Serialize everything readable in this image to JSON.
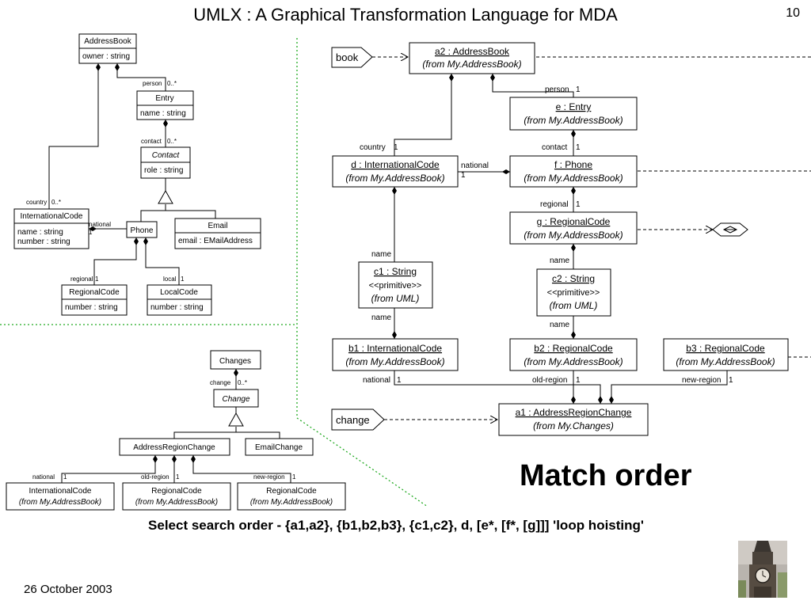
{
  "slide": {
    "title": "UMLX : A Graphical Transformation Language for MDA",
    "page_number": "10",
    "match_heading": "Match order",
    "caption": "Select search order - {a1,a2}, {b1,b2,b3}, {c1,c2}, d, [e*, [f*, [g]]]  'loop hoisting'",
    "date": "26 October 2003"
  },
  "colors": {
    "divider": "#22aa22",
    "line": "#000000",
    "box_border": "#000000"
  },
  "left_model": {
    "addressbook": {
      "name": "AddressBook",
      "attr": "owner : string"
    },
    "entry": {
      "name": "Entry",
      "attr": "name : string"
    },
    "contact": {
      "name": "Contact",
      "attr": "role : string"
    },
    "international": {
      "name": "InternationalCode",
      "attr1": "name : string",
      "attr2": "number : string"
    },
    "phone": {
      "name": "Phone"
    },
    "email": {
      "name": "Email",
      "attr": "email : EMailAddress"
    },
    "regional": {
      "name": "RegionalCode",
      "attr": "number : string"
    },
    "local": {
      "name": "LocalCode",
      "attr": "number : string"
    },
    "labels": {
      "person": "person",
      "person_mult": "0..*",
      "contact": "contact",
      "contact_mult": "0..*",
      "country": "country",
      "country_mult": "0..*",
      "national": "national",
      "national_mult": "1",
      "regional": "regional",
      "regional_mult": "1",
      "local": "local",
      "local_mult": "1"
    }
  },
  "changes_model": {
    "changes": {
      "name": "Changes"
    },
    "change": {
      "name": "Change"
    },
    "arc": {
      "name": "AddressRegionChange"
    },
    "emailchange": {
      "name": "EmailChange"
    },
    "intl": {
      "name": "InternationalCode",
      "from": "(from My.AddressBook)"
    },
    "reg1": {
      "name": "RegionalCode",
      "from": "(from My.AddressBook)"
    },
    "reg2": {
      "name": "RegionalCode",
      "from": "(from My.AddressBook)"
    },
    "labels": {
      "change": "change",
      "change_mult": "0..*",
      "national": "national",
      "national_mult": "1",
      "oldregion": "old-region",
      "oldregion_mult": "1",
      "newregion": "new-region",
      "newregion_mult": "1"
    }
  },
  "transform": {
    "book": "book",
    "change": "change",
    "a2": {
      "name": "a2 : AddressBook",
      "from": "(from My.AddressBook)"
    },
    "e": {
      "name": "e : Entry",
      "from": "(from My.AddressBook)"
    },
    "f": {
      "name": "f : Phone",
      "from": "(from My.AddressBook)"
    },
    "d": {
      "name": "d : InternationalCode",
      "from": "(from My.AddressBook)"
    },
    "g": {
      "name": "g : RegionalCode",
      "from": "(from My.AddressBook)"
    },
    "c1": {
      "name": "c1 : String",
      "stereo": "<<primitive>>",
      "from": "(from UML)"
    },
    "c2": {
      "name": "c2 : String",
      "stereo": "<<primitive>>",
      "from": "(from UML)"
    },
    "b1": {
      "name": "b1 : InternationalCode",
      "from": "(from My.AddressBook)"
    },
    "b2": {
      "name": "b2 : RegionalCode",
      "from": "(from My.AddressBook)"
    },
    "b3": {
      "name": "b3 : RegionalCode",
      "from": "(from My.AddressBook)"
    },
    "a1": {
      "name": "a1 : AddressRegionChange",
      "from": "(from My.Changes)"
    },
    "labels": {
      "person": "person",
      "person_mult": "1",
      "country": "country",
      "country_mult": "1",
      "contact": "contact",
      "contact_mult": "1",
      "national": "national",
      "national_mult": "1",
      "regional": "regional",
      "regional_mult": "1",
      "name": "name",
      "b1_national": "national",
      "b1_national_mult": "1",
      "oldregion": "old-region",
      "oldregion_mult": "1",
      "newregion": "new-region",
      "newregion_mult": "1"
    }
  }
}
